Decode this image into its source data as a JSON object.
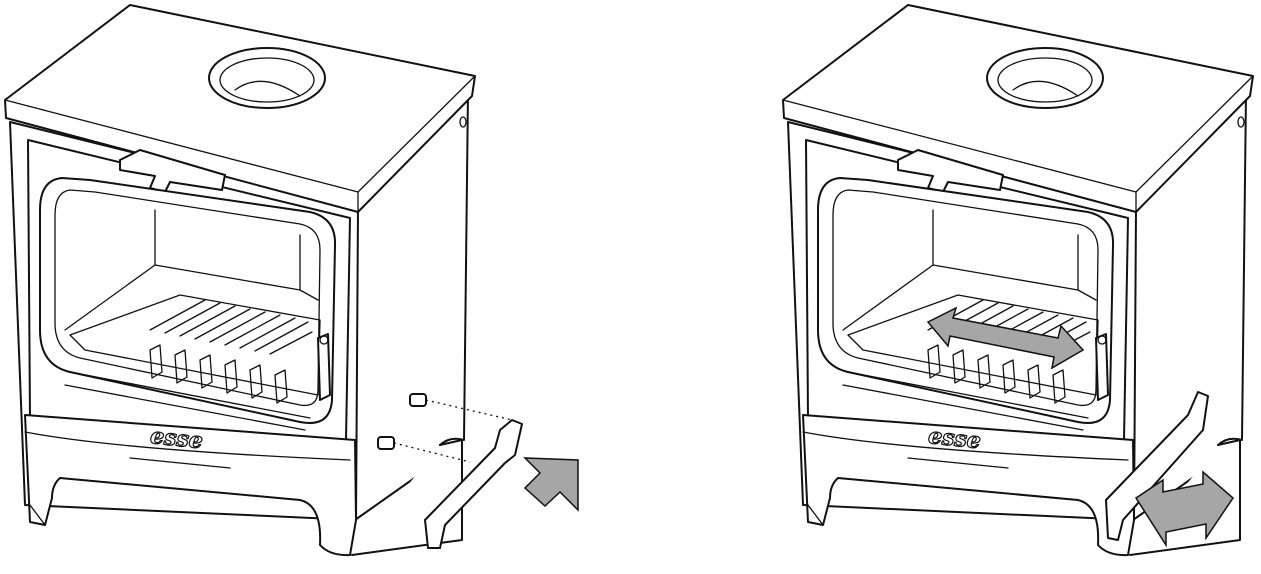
{
  "diagram": {
    "panels": [
      {
        "step": "attach-bracket",
        "arrow": "single-direction-inward"
      },
      {
        "step": "slide-grate-and-bracket",
        "arrow": "double-headed"
      }
    ],
    "logo_text": "esse",
    "colors": {
      "line": "#111111",
      "arrow_fill": "#a6a6a6",
      "background": "#ffffff"
    }
  }
}
